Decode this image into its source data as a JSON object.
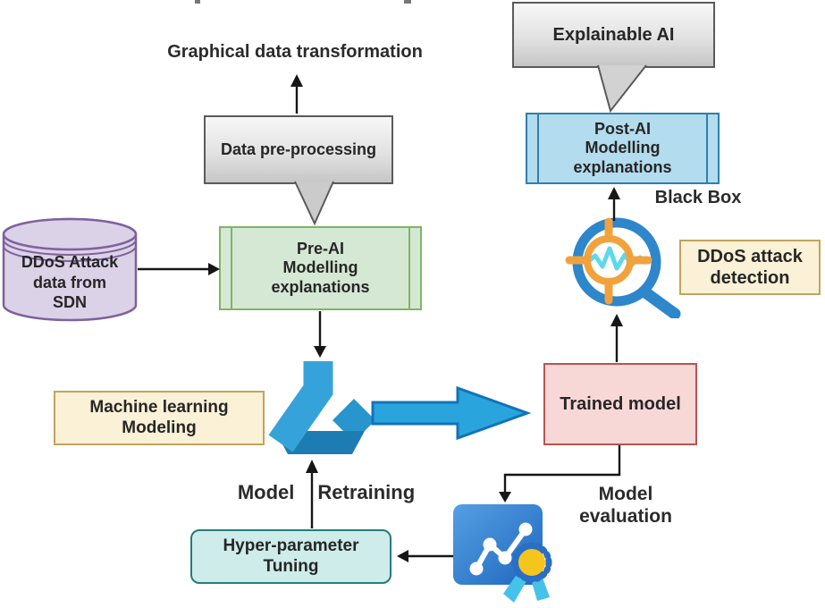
{
  "figure": {
    "title": "Graphical data transformation"
  },
  "palette": {
    "callout_fill_top": "#f7f7f7",
    "callout_fill_bottom": "#c6c6c6",
    "callout_border": "#5a5a5a",
    "green_fill": "#d5e8d4",
    "green_border": "#82b366",
    "blue_fill": "#b3dcee",
    "blue_border": "#2f7fad",
    "lavender_fill": "#dcd2e8",
    "lavender_border": "#7d639c",
    "cream_fill": "#fbf1d6",
    "cream_border": "#c3a35c",
    "pink_fill": "#f8d7d7",
    "pink_border": "#b85450",
    "teal_fill": "#cdecea",
    "teal_border": "#257c7c",
    "connector_black": "#161616",
    "azure_logo_light_blue": "#35a3da",
    "azure_logo_dark_blue": "#1d7db2",
    "azure_logo_mid_blue": "#2896cc",
    "magnifier_blue": "#2e86cb",
    "crosshair_orange": "#f2a23c",
    "waveform_cyan": "#5fd8ec",
    "eval_tile_blue_light": "#55a0e2",
    "eval_tile_blue_dark": "#1e66c0",
    "medal_yellow": "#f6c51d",
    "medal_rim_blue": "#2a6fc4",
    "ribbon_cyan": "#45c2ea",
    "block_arrow_fill": "#2aa4dd",
    "block_arrow_border": "#1273b8",
    "text_color": "#262626"
  },
  "nodes": {
    "data_preprocessing": {
      "label": "Data pre-processing"
    },
    "explainable_ai": {
      "label": "Explainable AI"
    },
    "post_ai": {
      "lines": [
        "Post-AI",
        "Modelling",
        "explanations"
      ]
    },
    "black_box": {
      "label": "Black Box"
    },
    "ddos_detection": {
      "lines": [
        "DDoS attack",
        "detection"
      ]
    },
    "sdn_database": {
      "lines": [
        "DDoS Attack",
        "data from",
        "SDN"
      ]
    },
    "pre_ai": {
      "lines": [
        "Pre-AI",
        "Modelling",
        "explanations"
      ]
    },
    "ml_modeling": {
      "lines": [
        "Machine learning",
        "Modeling"
      ]
    },
    "trained_model": {
      "label": "Trained model"
    },
    "model_retraining": {
      "word1": "Model",
      "word2": "Retraining"
    },
    "model_evaluation": {
      "lines": [
        "Model",
        "evaluation"
      ]
    },
    "hyper_tuning": {
      "lines": [
        "Hyper-parameter",
        "Tuning"
      ]
    }
  },
  "icons": {
    "azure_ml": "azure-machine-learning-logo",
    "magnifier": "anomaly-detection-magnifier",
    "evaluation": "model-evaluation-chart-medal",
    "database": "database-cylinder"
  }
}
